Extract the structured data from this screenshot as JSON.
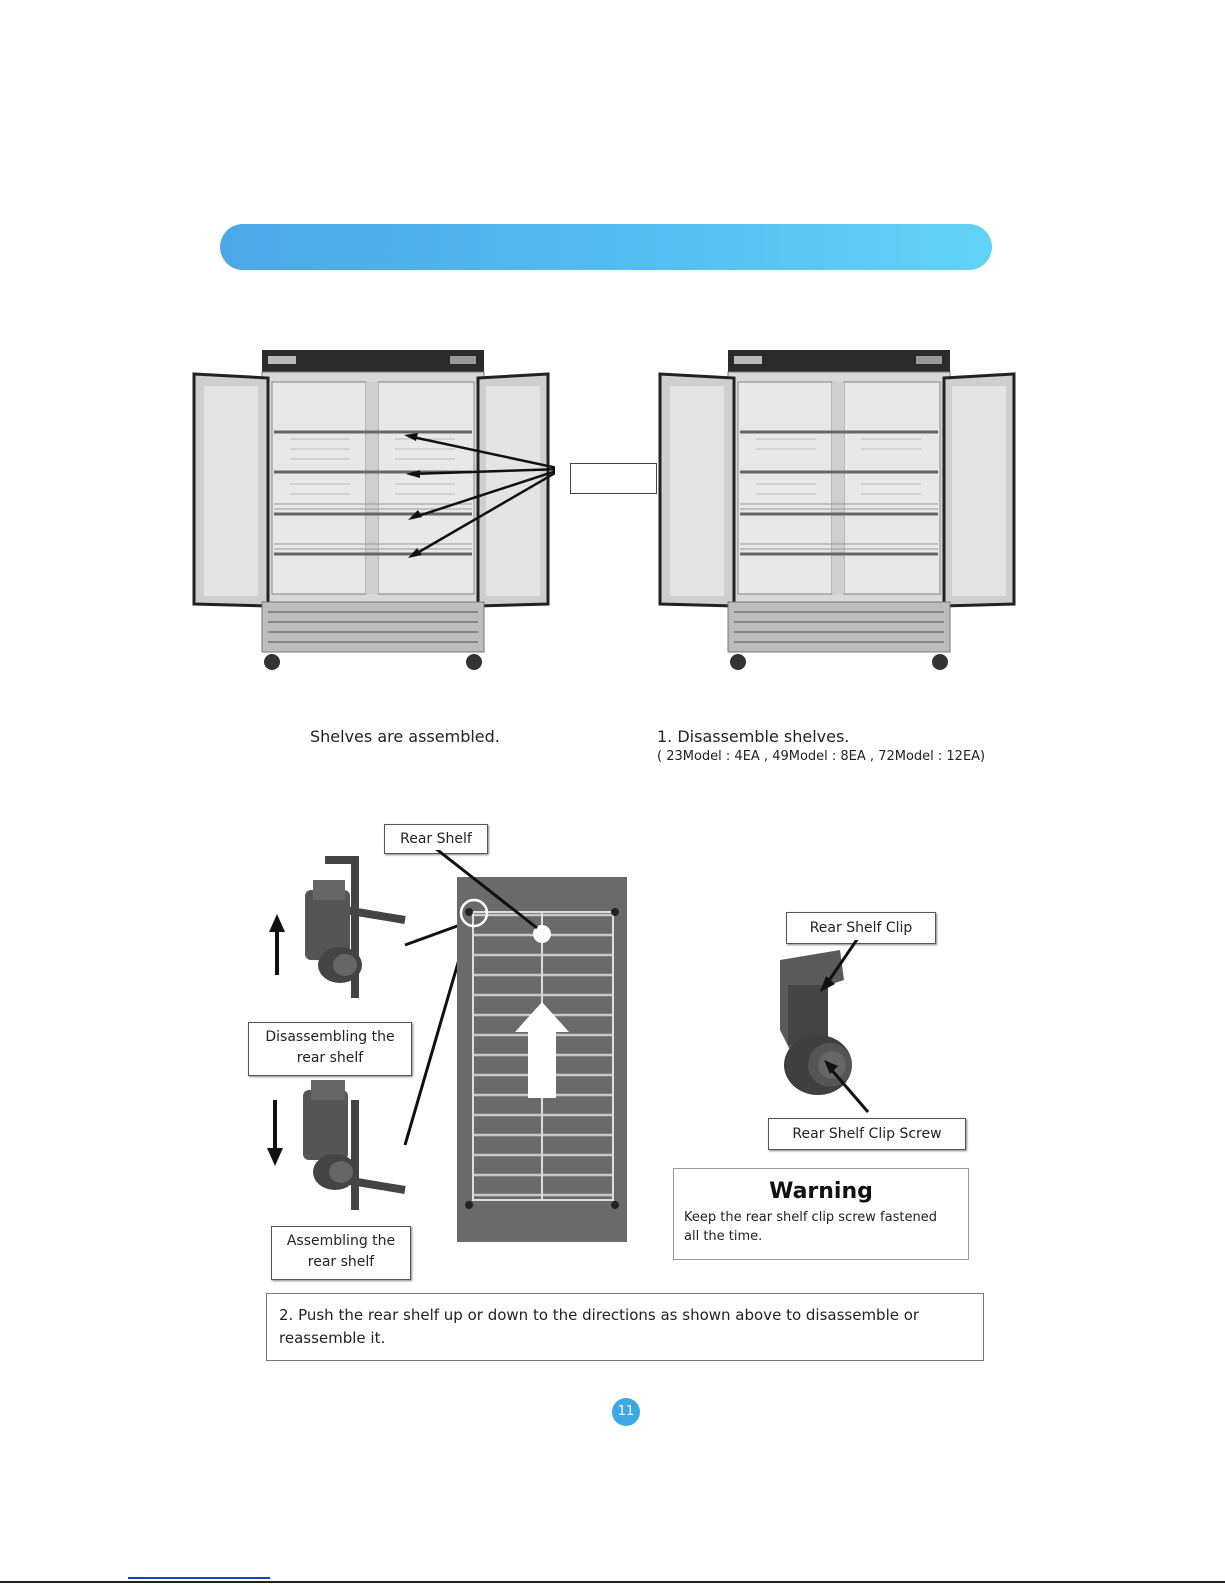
{
  "captions": {
    "left": "Shelves are assembled.",
    "right_line1": "1. Disassemble shelves.",
    "right_line2": "( 23Model :  4EA , 49Model : 8EA , 72Model : 12EA)"
  },
  "labels": {
    "rear_shelf": "Rear Shelf",
    "rear_shelf_clip": "Rear Shelf Clip",
    "rear_shelf_clip_screw": "Rear Shelf Clip Screw",
    "disassembling": "Disassembling the rear shelf",
    "assembling": "Assembling the rear shelf"
  },
  "warning": {
    "title": "Warning",
    "text": "Keep the rear shelf clip screw fastened all the time."
  },
  "step2": "2. Push the rear shelf up or down to the directions as shown above to disassemble or reassemble it.",
  "page_number": "11",
  "colors": {
    "banner_start": "#4aa8e6",
    "banner_end": "#63d2f6",
    "page_badge": "#3ea8e5"
  }
}
